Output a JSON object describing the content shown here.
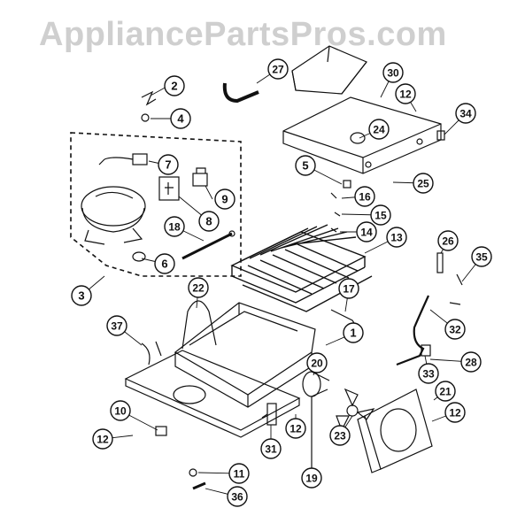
{
  "watermark": "AppliancePartsPros.com",
  "callouts": [
    {
      "label": "1"
    },
    {
      "label": "2"
    },
    {
      "label": "3"
    },
    {
      "label": "4"
    },
    {
      "label": "5"
    },
    {
      "label": "6"
    },
    {
      "label": "7"
    },
    {
      "label": "8"
    },
    {
      "label": "9"
    },
    {
      "label": "10"
    },
    {
      "label": "11"
    },
    {
      "label": "12"
    },
    {
      "label": "12"
    },
    {
      "label": "12"
    },
    {
      "label": "12"
    },
    {
      "label": "13"
    },
    {
      "label": "14"
    },
    {
      "label": "15"
    },
    {
      "label": "16"
    },
    {
      "label": "17"
    },
    {
      "label": "18"
    },
    {
      "label": "19"
    },
    {
      "label": "20"
    },
    {
      "label": "21"
    },
    {
      "label": "22"
    },
    {
      "label": "23"
    },
    {
      "label": "24"
    },
    {
      "label": "25"
    },
    {
      "label": "26"
    },
    {
      "label": "27"
    },
    {
      "label": "28"
    },
    {
      "label": "30"
    },
    {
      "label": "31"
    },
    {
      "label": "32"
    },
    {
      "label": "33"
    },
    {
      "label": "34"
    },
    {
      "label": "35"
    },
    {
      "label": "36"
    },
    {
      "label": "37"
    }
  ]
}
